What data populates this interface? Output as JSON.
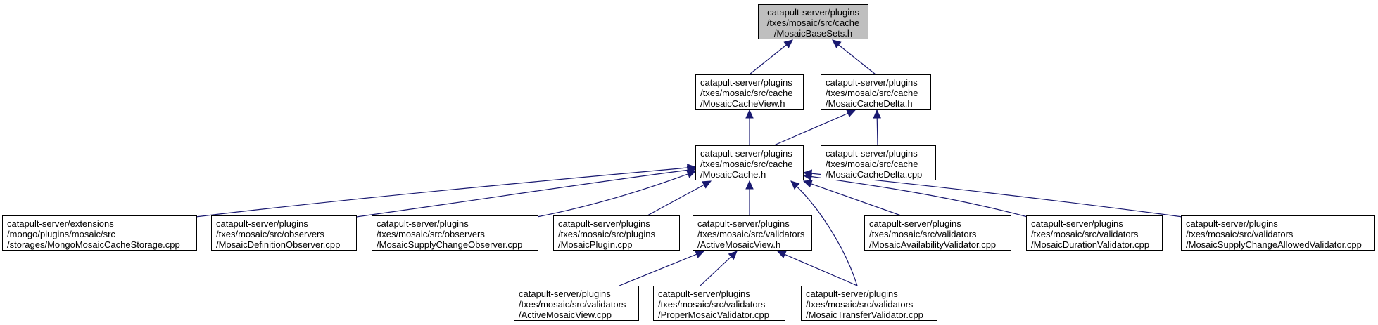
{
  "graph": {
    "edge_color": "#191970",
    "root_fill": "#bfbfbf",
    "nodes": [
      {
        "id": "n0",
        "lines": [
          "catapult-server/plugins",
          "/txes/mosaic/src/cache",
          "/MosaicBaseSets.h"
        ],
        "root": true
      },
      {
        "id": "n1",
        "lines": [
          "catapult-server/plugins",
          "/txes/mosaic/src/cache",
          "/MosaicCacheView.h"
        ]
      },
      {
        "id": "n2",
        "lines": [
          "catapult-server/plugins",
          "/txes/mosaic/src/cache",
          "/MosaicCacheDelta.h"
        ]
      },
      {
        "id": "n3",
        "lines": [
          "catapult-server/plugins",
          "/txes/mosaic/src/cache",
          "/MosaicCache.h"
        ]
      },
      {
        "id": "n4",
        "lines": [
          "catapult-server/plugins",
          "/txes/mosaic/src/cache",
          "/MosaicCacheDelta.cpp"
        ]
      },
      {
        "id": "n5",
        "lines": [
          "catapult-server/extensions",
          "/mongo/plugins/mosaic/src",
          "/storages/MongoMosaicCacheStorage.cpp"
        ]
      },
      {
        "id": "n6",
        "lines": [
          "catapult-server/plugins",
          "/txes/mosaic/src/observers",
          "/MosaicDefinitionObserver.cpp"
        ]
      },
      {
        "id": "n7",
        "lines": [
          "catapult-server/plugins",
          "/txes/mosaic/src/observers",
          "/MosaicSupplyChangeObserver.cpp"
        ]
      },
      {
        "id": "n8",
        "lines": [
          "catapult-server/plugins",
          "/txes/mosaic/src/plugins",
          "/MosaicPlugin.cpp"
        ]
      },
      {
        "id": "n9",
        "lines": [
          "catapult-server/plugins",
          "/txes/mosaic/src/validators",
          "/ActiveMosaicView.h"
        ]
      },
      {
        "id": "n10",
        "lines": [
          "catapult-server/plugins",
          "/txes/mosaic/src/validators",
          "/MosaicAvailabilityValidator.cpp"
        ]
      },
      {
        "id": "n11",
        "lines": [
          "catapult-server/plugins",
          "/txes/mosaic/src/validators",
          "/MosaicDurationValidator.cpp"
        ]
      },
      {
        "id": "n12",
        "lines": [
          "catapult-server/plugins",
          "/txes/mosaic/src/validators",
          "/MosaicSupplyChangeAllowedValidator.cpp"
        ]
      },
      {
        "id": "n13",
        "lines": [
          "catapult-server/plugins",
          "/txes/mosaic/src/validators",
          "/ActiveMosaicView.cpp"
        ]
      },
      {
        "id": "n14",
        "lines": [
          "catapult-server/plugins",
          "/txes/mosaic/src/validators",
          "/ProperMosaicValidator.cpp"
        ]
      },
      {
        "id": "n15",
        "lines": [
          "catapult-server/plugins",
          "/txes/mosaic/src/validators",
          "/MosaicTransferValidator.cpp"
        ]
      }
    ],
    "edges": [
      {
        "from": "n1",
        "to": "n0"
      },
      {
        "from": "n2",
        "to": "n0"
      },
      {
        "from": "n3",
        "to": "n1"
      },
      {
        "from": "n3",
        "to": "n2"
      },
      {
        "from": "n4",
        "to": "n2"
      },
      {
        "from": "n5",
        "to": "n3"
      },
      {
        "from": "n6",
        "to": "n3"
      },
      {
        "from": "n7",
        "to": "n3"
      },
      {
        "from": "n8",
        "to": "n3"
      },
      {
        "from": "n9",
        "to": "n3"
      },
      {
        "from": "n15",
        "to": "n3"
      },
      {
        "from": "n10",
        "to": "n3"
      },
      {
        "from": "n11",
        "to": "n3"
      },
      {
        "from": "n12",
        "to": "n3"
      },
      {
        "from": "n13",
        "to": "n9"
      },
      {
        "from": "n14",
        "to": "n9"
      },
      {
        "from": "n15",
        "to": "n9"
      }
    ]
  }
}
